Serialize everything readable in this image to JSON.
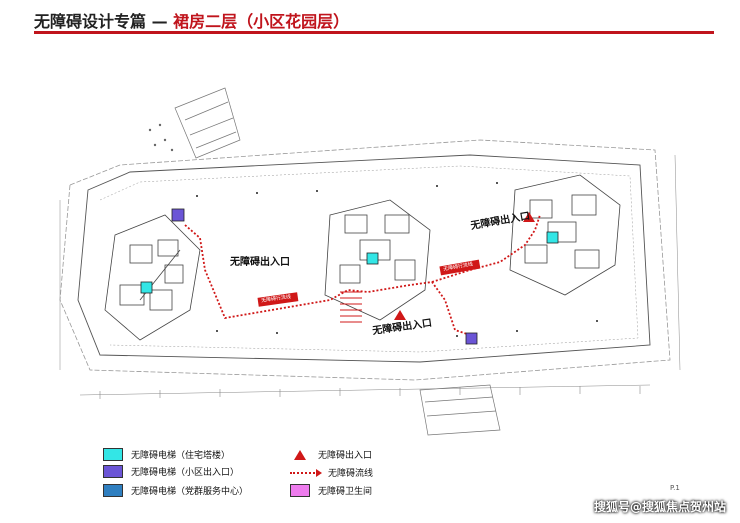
{
  "title": {
    "main": "无障碍设计专篇 — ",
    "highlight": "裙房二层（小区花园层）"
  },
  "labels": {
    "entrance_left": "无障碍出入口",
    "entrance_bottom": "无障碍出入口",
    "entrance_right": "无障碍出入口",
    "route_tag_1": "无障碍行流线",
    "route_tag_2": "无障碍行流线"
  },
  "legend": {
    "items": [
      {
        "label": "无障碍电梯（住宅塔楼）",
        "color": "#33e6e6"
      },
      {
        "label": "无障碍电梯（小区出入口）",
        "color": "#6b55d6"
      },
      {
        "label": "无障碍电梯（党群服务中心）",
        "color": "#2f7fc0"
      },
      {
        "label": "无障碍出入口",
        "symbol": "red-triangle"
      },
      {
        "label": "无障碍流线",
        "symbol": "red-dotted-arrow"
      },
      {
        "label": "无障碍卫生间",
        "color": "#ee7cee"
      }
    ]
  },
  "colors": {
    "accent": "#c0141c",
    "route": "#d01818"
  },
  "watermark": "搜狐号@搜狐焦点贺州站",
  "page_number": "P.1"
}
